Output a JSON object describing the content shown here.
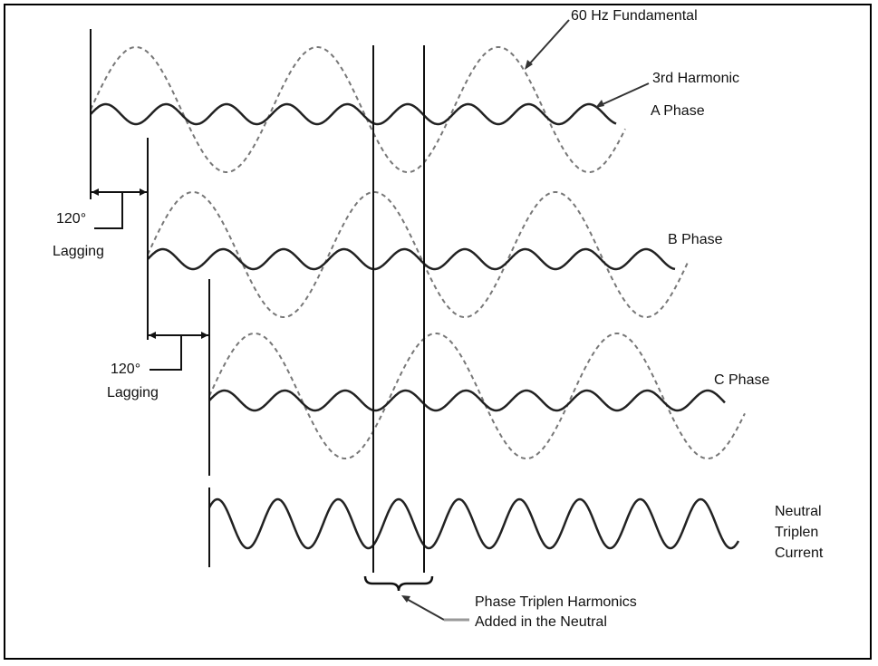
{
  "labels": {
    "fundamental": "60 Hz Fundamental",
    "third_harmonic": "3rd Harmonic",
    "a_phase": "A Phase",
    "b_phase": "B Phase",
    "c_phase": "C Phase",
    "lag1_deg": "120°",
    "lag1_text": "Lagging",
    "lag2_deg": "120°",
    "lag2_text": "Lagging",
    "neutral_1": "Neutral",
    "neutral_2": "Triplen",
    "neutral_3": "Current",
    "triplen_1": "Phase Triplen Harmonics",
    "triplen_2": "Added in the Neutral"
  },
  "phase_lag_degrees": 120,
  "harmonic_order": 3
}
